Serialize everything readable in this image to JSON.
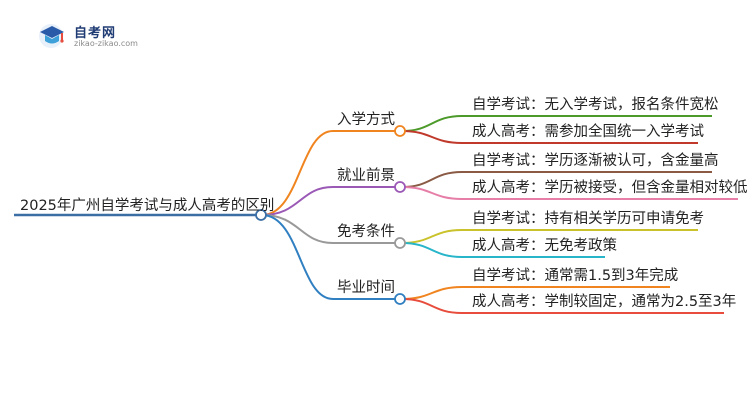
{
  "logo": {
    "name": "自考网",
    "url": "zikao-zikao.com",
    "icon": "graduation-cap-icon"
  },
  "root": {
    "text": "2025年广州自学考试与成人高考的区别",
    "color": "#3a6ea5"
  },
  "branches": [
    {
      "label": "入学方式",
      "color": "#f0841f",
      "leaves": [
        {
          "text": "自学考试：无入学考试，报名条件宽松",
          "color": "#4c9a2a"
        },
        {
          "text": "成人高考：需参加全国统一入学考试",
          "color": "#c0392b"
        }
      ]
    },
    {
      "label": "就业前景",
      "color": "#9b59b6",
      "leaves": [
        {
          "text": "自学考试：学历逐渐被认可，含金量高",
          "color": "#8a5a44"
        },
        {
          "text": "成人高考：学历被接受，但含金量相对较低",
          "color": "#e67ea8"
        }
      ]
    },
    {
      "label": "免考条件",
      "color": "#999999",
      "leaves": [
        {
          "text": "自学考试：持有相关学历可申请免考",
          "color": "#c9c22a"
        },
        {
          "text": "成人高考：无免考政策",
          "color": "#27b5c9"
        }
      ]
    },
    {
      "label": "毕业时间",
      "color": "#2f7fc1",
      "leaves": [
        {
          "text": "自学考试：通常需1.5到3年完成",
          "color": "#f0841f"
        },
        {
          "text": "成人高考：学制较固定，通常为2.5至3年",
          "color": "#e74c3c"
        }
      ]
    }
  ]
}
